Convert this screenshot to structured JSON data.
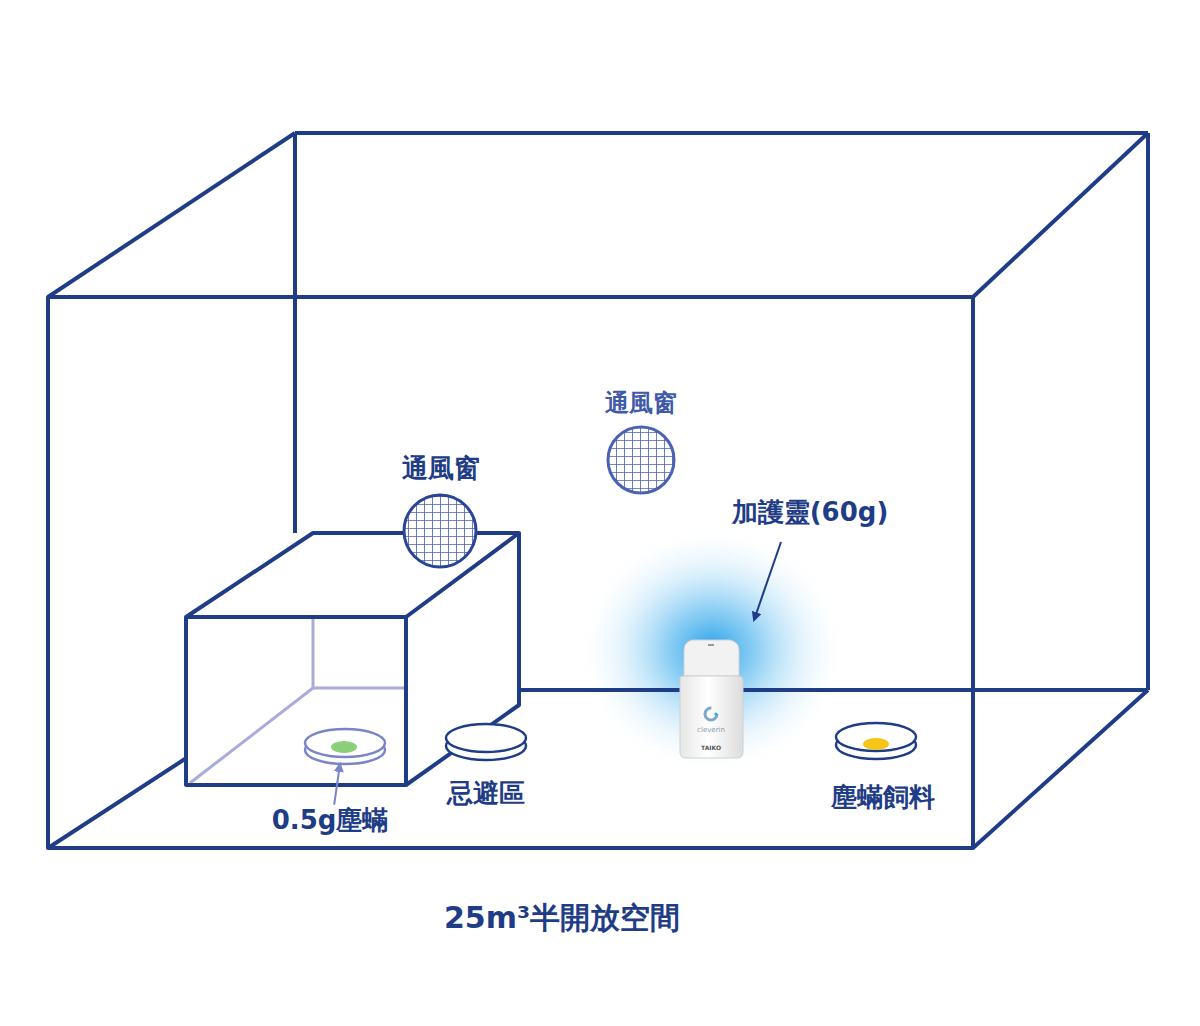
{
  "diagram": {
    "caption": "25m³半開放空間",
    "labels": [
      "通風窗",
      "通風窗",
      "加護靈(60g)",
      "忌避區",
      "塵蟎飼料",
      "0.5g塵蟎",
      "cleverin",
      "TAIKO"
    ]
  }
}
